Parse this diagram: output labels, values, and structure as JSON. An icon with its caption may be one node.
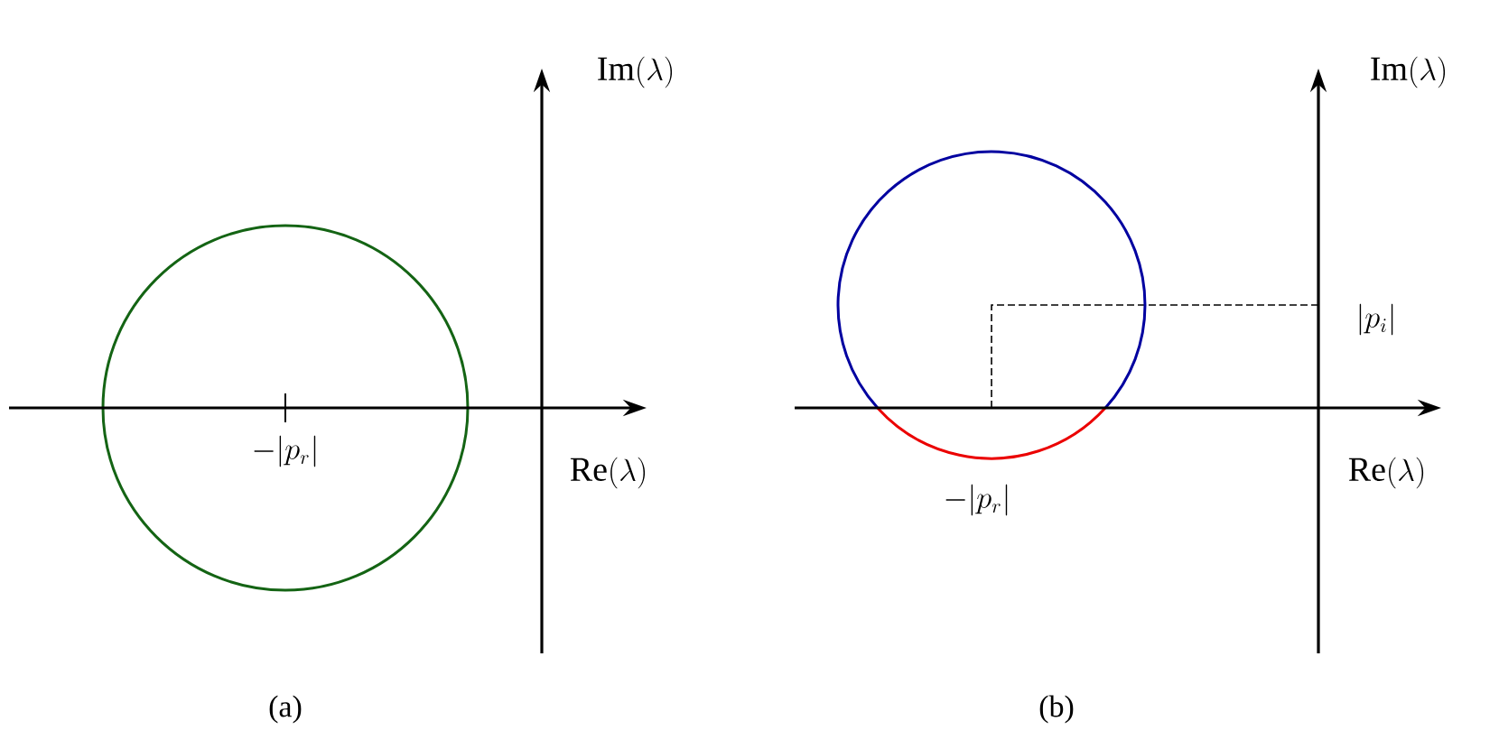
{
  "diagram": {
    "labels": [
      "\\mathrm{Im}(\\lambda)",
      "-|p_r|",
      "\\mathrm{Re}(\\lambda)",
      "\\text{(a)}",
      "\\mathrm{Im}(\\lambda)",
      "|p_i|",
      "\\mathrm{Re}(\\lambda)",
      "-|p_r|",
      "\\text{(b)}"
    ]
  }
}
